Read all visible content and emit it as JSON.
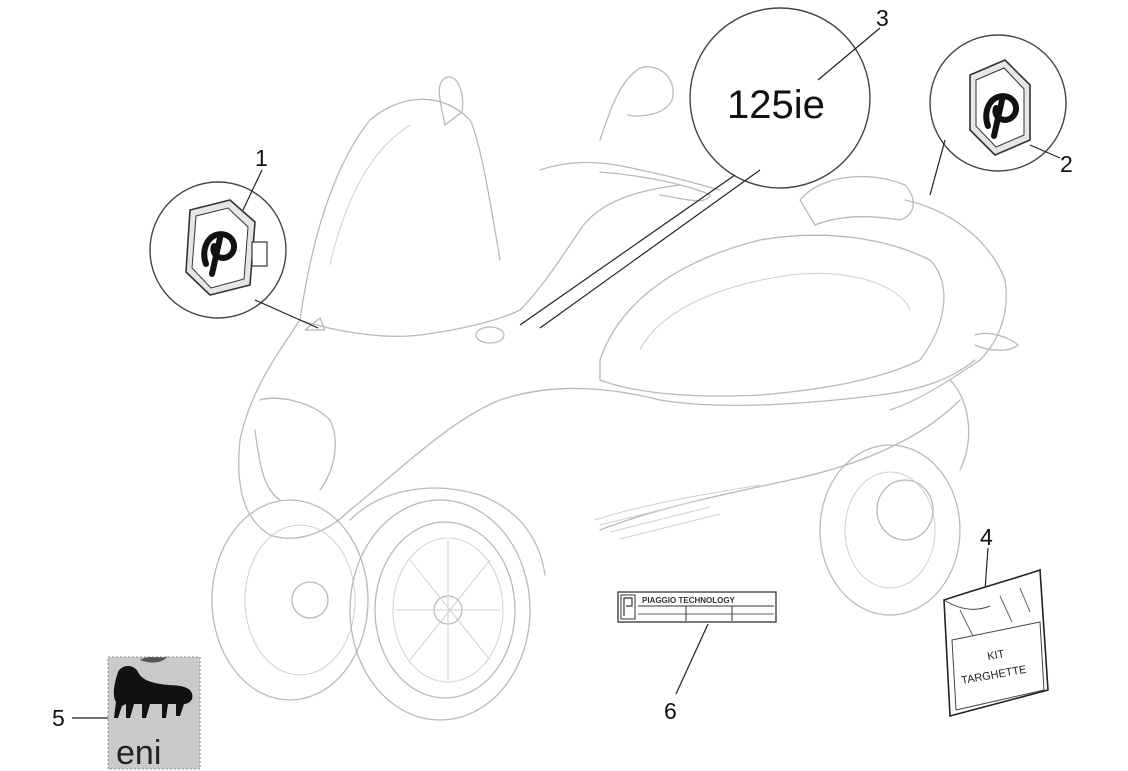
{
  "callouts": [
    {
      "number": "1"
    },
    {
      "number": "2"
    },
    {
      "number": "3"
    },
    {
      "number": "4"
    },
    {
      "number": "5"
    },
    {
      "number": "6"
    }
  ],
  "badge_model": "125ie",
  "kit_bag": {
    "line1": "KIT",
    "line2": "TARGHETTE"
  },
  "plate": {
    "brand": "PIAGGIO TECHNOLOGY"
  },
  "eni_logo": {
    "text": "eni"
  },
  "colors": {
    "line": "#222222",
    "vehicle_outline": "#b9b9b9",
    "eni_yellow_bg": "#c9c9c9"
  }
}
